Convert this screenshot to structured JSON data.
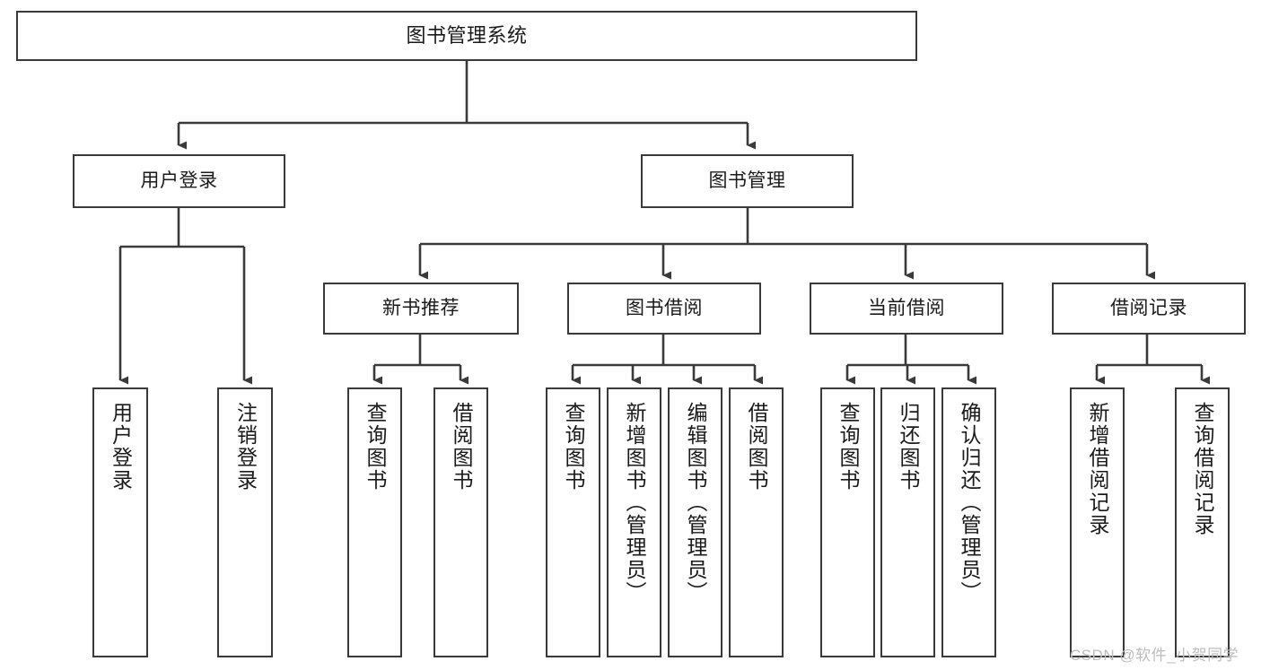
{
  "diagram": {
    "type": "tree-hierarchy",
    "title": "图书管理系统",
    "orientation": "top-down",
    "line_color": "#3a3a3a",
    "box_fill": "#ffffff",
    "text_color": "#1a1a1a"
  },
  "nodes": {
    "root": {
      "label": "图书管理系统",
      "level": 0
    },
    "user_login": {
      "label": "用户登录",
      "level": 1
    },
    "book_manage": {
      "label": "图书管理",
      "level": 1
    },
    "new_book_rec": {
      "label": "新书推荐",
      "level": 2
    },
    "book_borrow": {
      "label": "图书借阅",
      "level": 2
    },
    "current_borrow": {
      "label": "当前借阅",
      "level": 2
    },
    "borrow_record": {
      "label": "借阅记录",
      "level": 2
    },
    "leaf_user_login": {
      "label": "用户登录",
      "level": 2
    },
    "leaf_logout": {
      "label": "注销登录",
      "level": 2
    },
    "leaf_query_book_1": {
      "label": "查询图书",
      "level": 3
    },
    "leaf_borrow_book_1": {
      "label": "借阅图书",
      "level": 3
    },
    "leaf_query_book_2": {
      "label": "查询图书",
      "level": 3
    },
    "leaf_add_book": {
      "label": "新增图书（管理员）",
      "level": 3
    },
    "leaf_edit_book": {
      "label": "编辑图书（管理员）",
      "level": 3
    },
    "leaf_borrow_book_2": {
      "label": "借阅图书",
      "level": 3
    },
    "leaf_query_book_3": {
      "label": "查询图书",
      "level": 3
    },
    "leaf_return_book": {
      "label": "归还图书",
      "level": 3
    },
    "leaf_confirm_return": {
      "label": "确认归还（管理员）",
      "level": 3
    },
    "leaf_add_record": {
      "label": "新增借阅记录",
      "level": 3
    },
    "leaf_query_record": {
      "label": "查询借阅记录",
      "level": 3
    }
  },
  "watermark": {
    "text": "CSDN @软件_小贺同学"
  }
}
